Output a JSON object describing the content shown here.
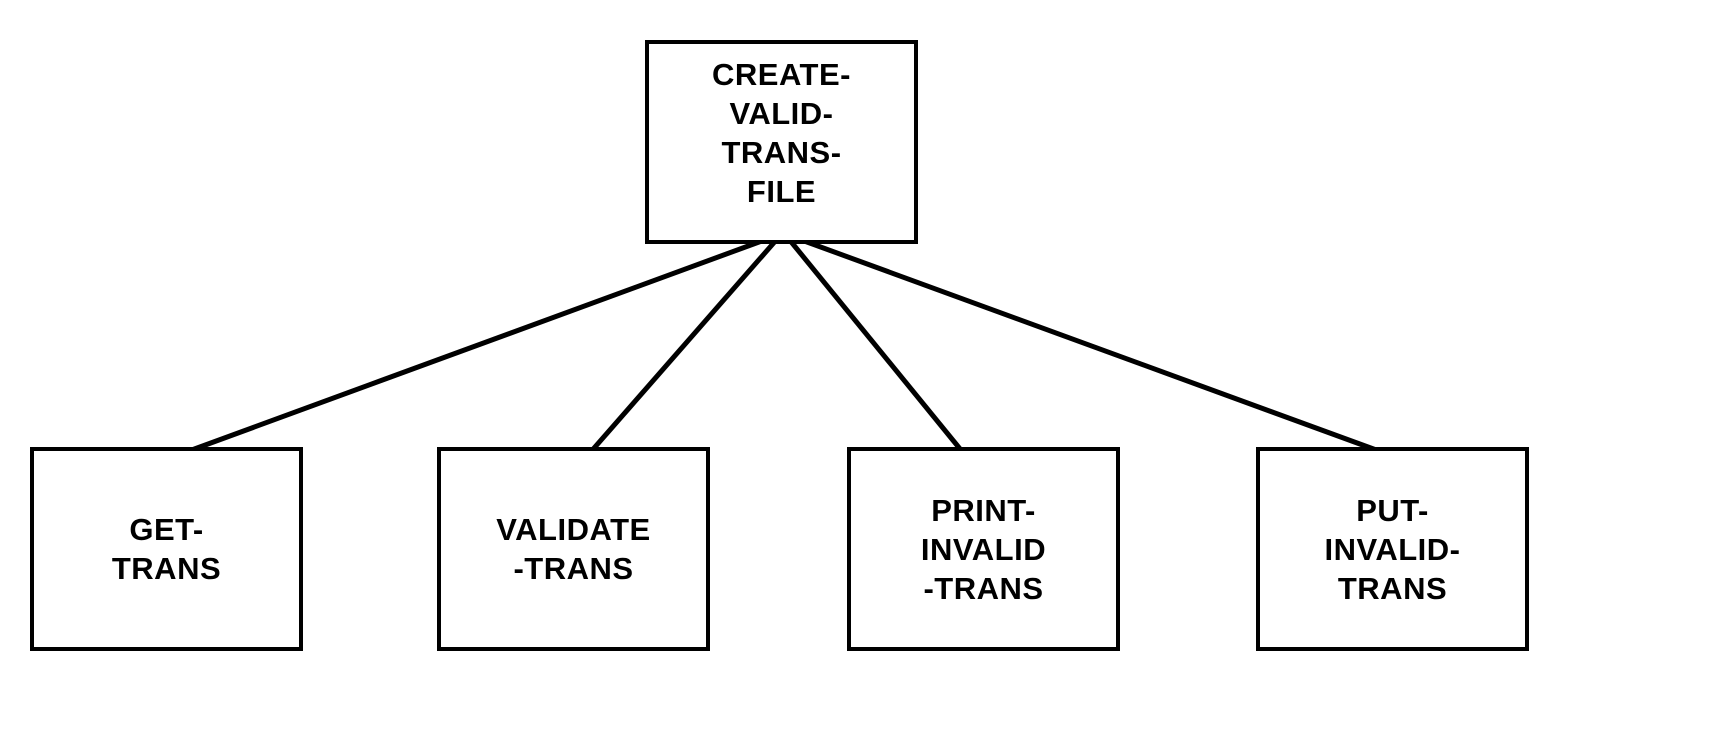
{
  "diagram": {
    "root": {
      "name": "CREATE-VALID-TRANS-FILE",
      "lines": [
        "CREATE-",
        "VALID-",
        "TRANS-",
        "FILE"
      ]
    },
    "children": [
      {
        "name": "GET-TRANS",
        "lines": [
          "GET-",
          "TRANS"
        ]
      },
      {
        "name": "VALIDATE-TRANS",
        "lines": [
          "VALIDATE",
          "-TRANS"
        ]
      },
      {
        "name": "PRINT-INVALID-TRANS",
        "lines": [
          "PRINT-",
          "INVALID",
          "-TRANS"
        ]
      },
      {
        "name": "PUT-INVALID-TRANS",
        "lines": [
          "PUT-",
          "INVALID-",
          "TRANS"
        ]
      }
    ],
    "edges": [
      {
        "from": "CREATE-VALID-TRANS-FILE",
        "to": "GET-TRANS"
      },
      {
        "from": "CREATE-VALID-TRANS-FILE",
        "to": "VALIDATE-TRANS"
      },
      {
        "from": "CREATE-VALID-TRANS-FILE",
        "to": "PRINT-INVALID-TRANS"
      },
      {
        "from": "CREATE-VALID-TRANS-FILE",
        "to": "PUT-INVALID-TRANS"
      }
    ],
    "colors": {
      "line": "#000000",
      "box_border": "#000000",
      "text": "#000000",
      "background": "#ffffff"
    }
  }
}
